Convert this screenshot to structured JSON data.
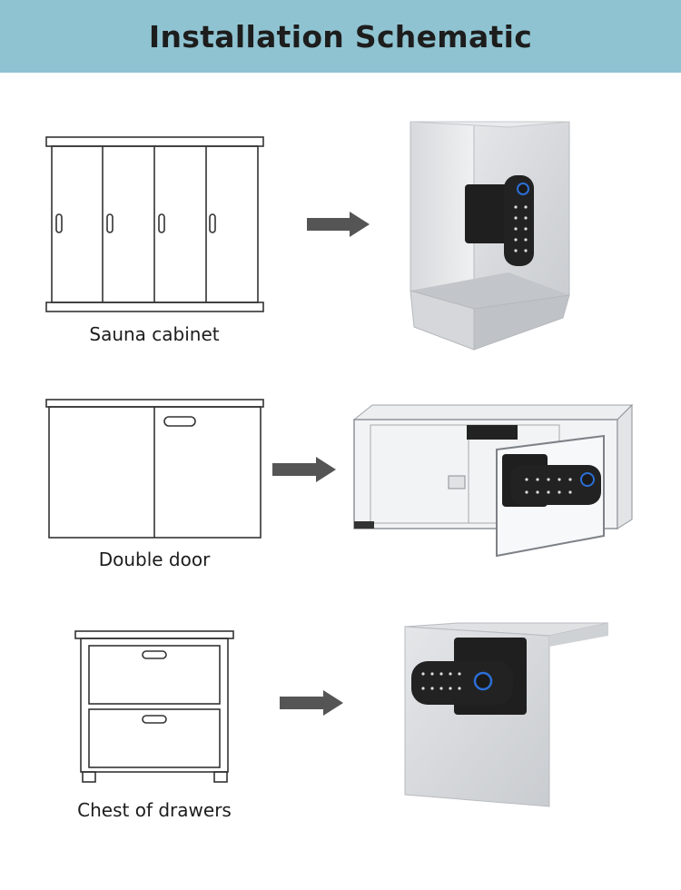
{
  "header": {
    "title": "Installation Schematic"
  },
  "rows": [
    {
      "label": "Sauna cabinet",
      "sketch_icon": "sauna-cabinet-sketch",
      "photo_icon": "glass-cabinet-lock-photo"
    },
    {
      "label": "Double door",
      "sketch_icon": "double-door-cabinet-sketch",
      "photo_icon": "glass-double-door-lock-photo"
    },
    {
      "label": "Chest of drawers",
      "sketch_icon": "chest-of-drawers-sketch",
      "photo_icon": "drawer-lock-photo"
    }
  ],
  "colors": {
    "header_bg": "#8fc3d1",
    "arrow": "#555555",
    "lock_body": "#1f1f1f",
    "accent_blue": "#2b6fd6"
  }
}
